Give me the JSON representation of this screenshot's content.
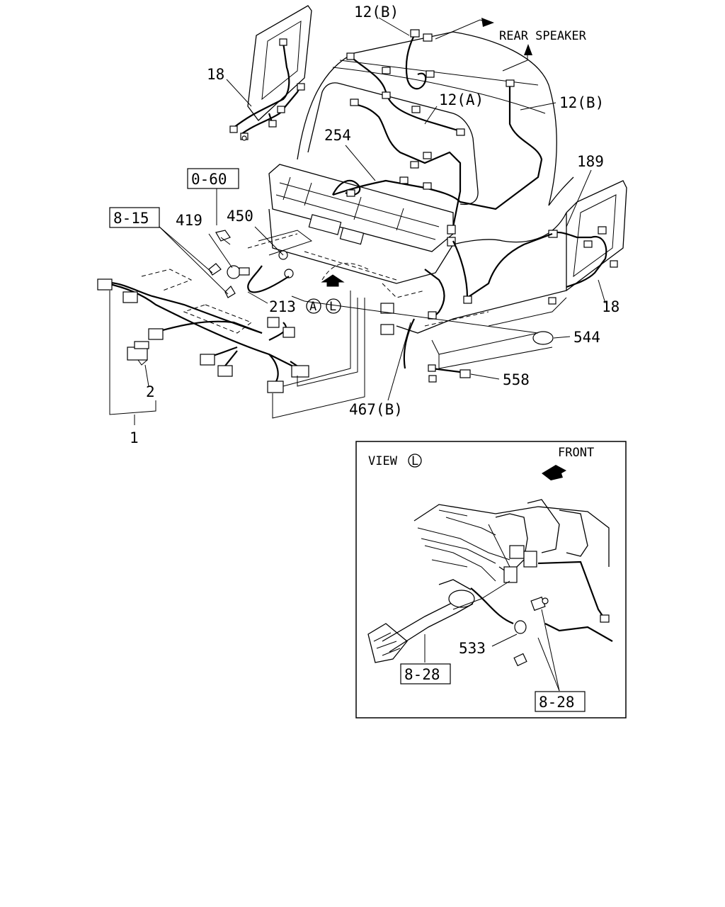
{
  "callouts": {
    "c12b_top": "12(B)",
    "rear_speaker": "REAR SPEAKER",
    "c18_left": "18",
    "c12a": "12(A)",
    "c12b_right": "12(B)",
    "c254": "254",
    "c189": "189",
    "ref_0_60": "0-60",
    "ref_8_15": "8-15",
    "c419": "419",
    "c450": "450",
    "c213": "213",
    "circle_a": "A",
    "circle_l": "L",
    "c18_right": "18",
    "c544": "544",
    "c558": "558",
    "c2": "2",
    "c1": "1",
    "c467b": "467(B)"
  },
  "inset": {
    "view_label": "VIEW",
    "view_circle": "L",
    "front_label": "FRONT",
    "c533": "533",
    "ref_8_28_a": "8-28",
    "ref_8_28_b": "8-28"
  }
}
